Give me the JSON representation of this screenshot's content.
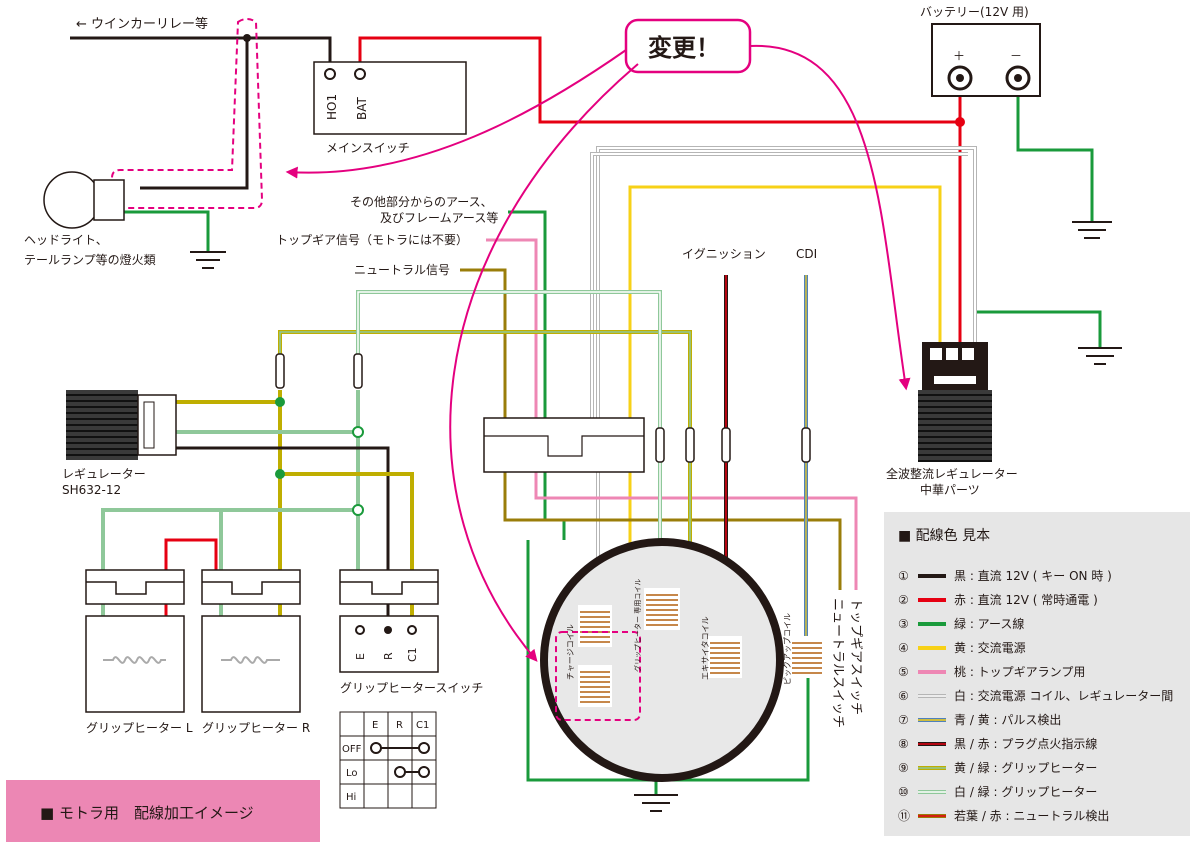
{
  "colors": {
    "black": "#231815",
    "red": "#e60012",
    "green": "#1a9a3b",
    "yellow": "#f7d117",
    "pink": "#ee87b4",
    "white_wire": "#b5b5b5",
    "blue": "#4f81bd",
    "brown": "#7f1d1d",
    "olive": "#bfae00",
    "lightgreen": "#8fc89a",
    "moegi": "#9a7d0a",
    "magenta": "#e4007f",
    "legend_bg": "#e6e6e6",
    "title_bg": "#ec87b4"
  },
  "labels": {
    "turn_signal": "← ウインカーリレー等",
    "main_switch": "メインスイッチ",
    "ho1": "HO1",
    "bat": "BAT",
    "headlight_1": "ヘッドライト、",
    "headlight_2": "テールランプ等の燈火類",
    "battery": "バッテリー(12V 用)",
    "plus": "＋",
    "minus": "－",
    "change": "変更！",
    "other_ground_1": "その他部分からのアース、",
    "other_ground_2": "及びフレームアース等",
    "top_gear": "トップギア信号（モトラには不要）",
    "neutral": "ニュートラル信号",
    "ignition": "イグニッション",
    "cdi": "CDI",
    "regulator_1": "レギュレーター",
    "regulator_2": "SH632-12",
    "fw_regulator_1": "全波整流レギュレーター",
    "fw_regulator_2": "中華パーツ",
    "top_gear_switch": "トップギアスイッチ",
    "neutral_switch": "ニュートラルスイッチ",
    "charge_coil": "チャージコイル",
    "grip_coil": "グリップヒーター 専用コイル",
    "exciter_coil": "エキサイタコイル",
    "pickup_coil": "ピックアップコイル",
    "heater_l": "グリップヒーター L",
    "heater_r": "グリップヒーター R",
    "heater_switch": "グリップヒータースイッチ",
    "e": "E",
    "r": "R",
    "c1": "C1",
    "off": "OFF",
    "lo": "Lo",
    "hi": "Hi",
    "title": "■ モトラ用　配線加工イメージ"
  },
  "legend": {
    "title": "■ 配線色 見本",
    "items": [
      {
        "num": "①",
        "text": "黒 : 直流 12V ( キー ON 時 )",
        "color": "#231815",
        "inner": ""
      },
      {
        "num": "②",
        "text": "赤 : 直流 12V ( 常時通電 )",
        "color": "#e60012",
        "inner": ""
      },
      {
        "num": "③",
        "text": "緑 : アース線",
        "color": "#1a9a3b",
        "inner": ""
      },
      {
        "num": "④",
        "text": "黄 : 交流電源",
        "color": "#f7d117",
        "inner": ""
      },
      {
        "num": "⑤",
        "text": "桃 : トップギアランプ用",
        "color": "#ee87b4",
        "inner": ""
      },
      {
        "num": "⑥",
        "text": "白 : 交流電源 コイル、レギュレーター間",
        "color": "#b5b5b5",
        "inner": "#ffffff"
      },
      {
        "num": "⑦",
        "text": "青 / 黄 : パルス検出",
        "color": "#4f81bd",
        "inner": "#f7d117"
      },
      {
        "num": "⑧",
        "text": "黒 / 赤 : プラグ点火指示線",
        "color": "#231815",
        "inner": "#e60012"
      },
      {
        "num": "⑨",
        "text": "黄 / 緑 : グリップヒーター",
        "color": "#bfae00",
        "inner": "#8fc89a"
      },
      {
        "num": "⑩",
        "text": "白 / 緑 : グリップヒーター",
        "color": "#8fc89a",
        "inner": "#ffffff"
      },
      {
        "num": "⑪",
        "text": "若葉 / 赤 : ニュートラル検出",
        "color": "#9a7d0a",
        "inner": "#e60012"
      }
    ]
  }
}
